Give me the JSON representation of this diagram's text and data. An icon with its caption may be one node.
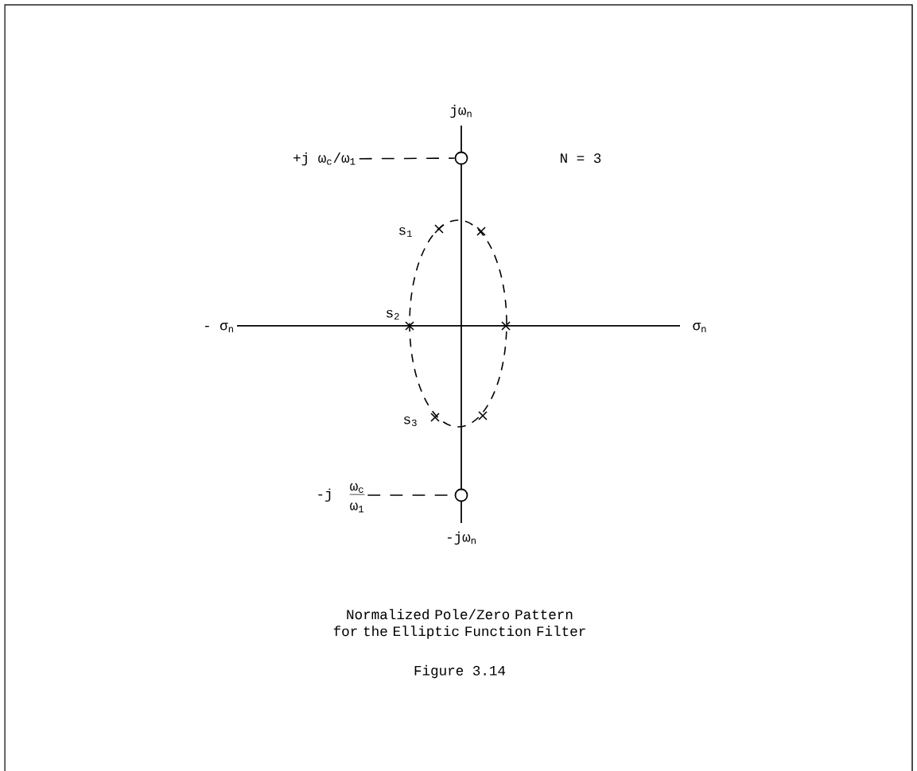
{
  "diagram": {
    "caption": "Normalized Pole/Zero Pattern for the Elliptic Function Filter",
    "nodes": [
      {
        "text": [
          "+j ω$_{c}$/ω$_{1}$"
        ]
      },
      {
        "text": [],
        "shape": "circle"
      },
      {
        "text": [
          "-j",
          "ω$_{c}$",
          "ω$_{1}$"
        ]
      },
      {
        "text": [],
        "shape": "circle"
      }
    ],
    "edges": [
      {
        "from": 0,
        "to": 1,
        "arrow": "none",
        "style": "dashed"
      },
      {
        "from": 2,
        "to": 3,
        "arrow": "none",
        "style": "dashed"
      }
    ],
    "labels": [
      "jω$_{n}$",
      "N = 3",
      "s$_{1}$",
      "s$_{2}$",
      "- σ$_{n}$",
      "σ$_{n}$",
      "s$_{3}$",
      "-jω$_{n}$",
      "Figure 3.14"
    ]
  }
}
